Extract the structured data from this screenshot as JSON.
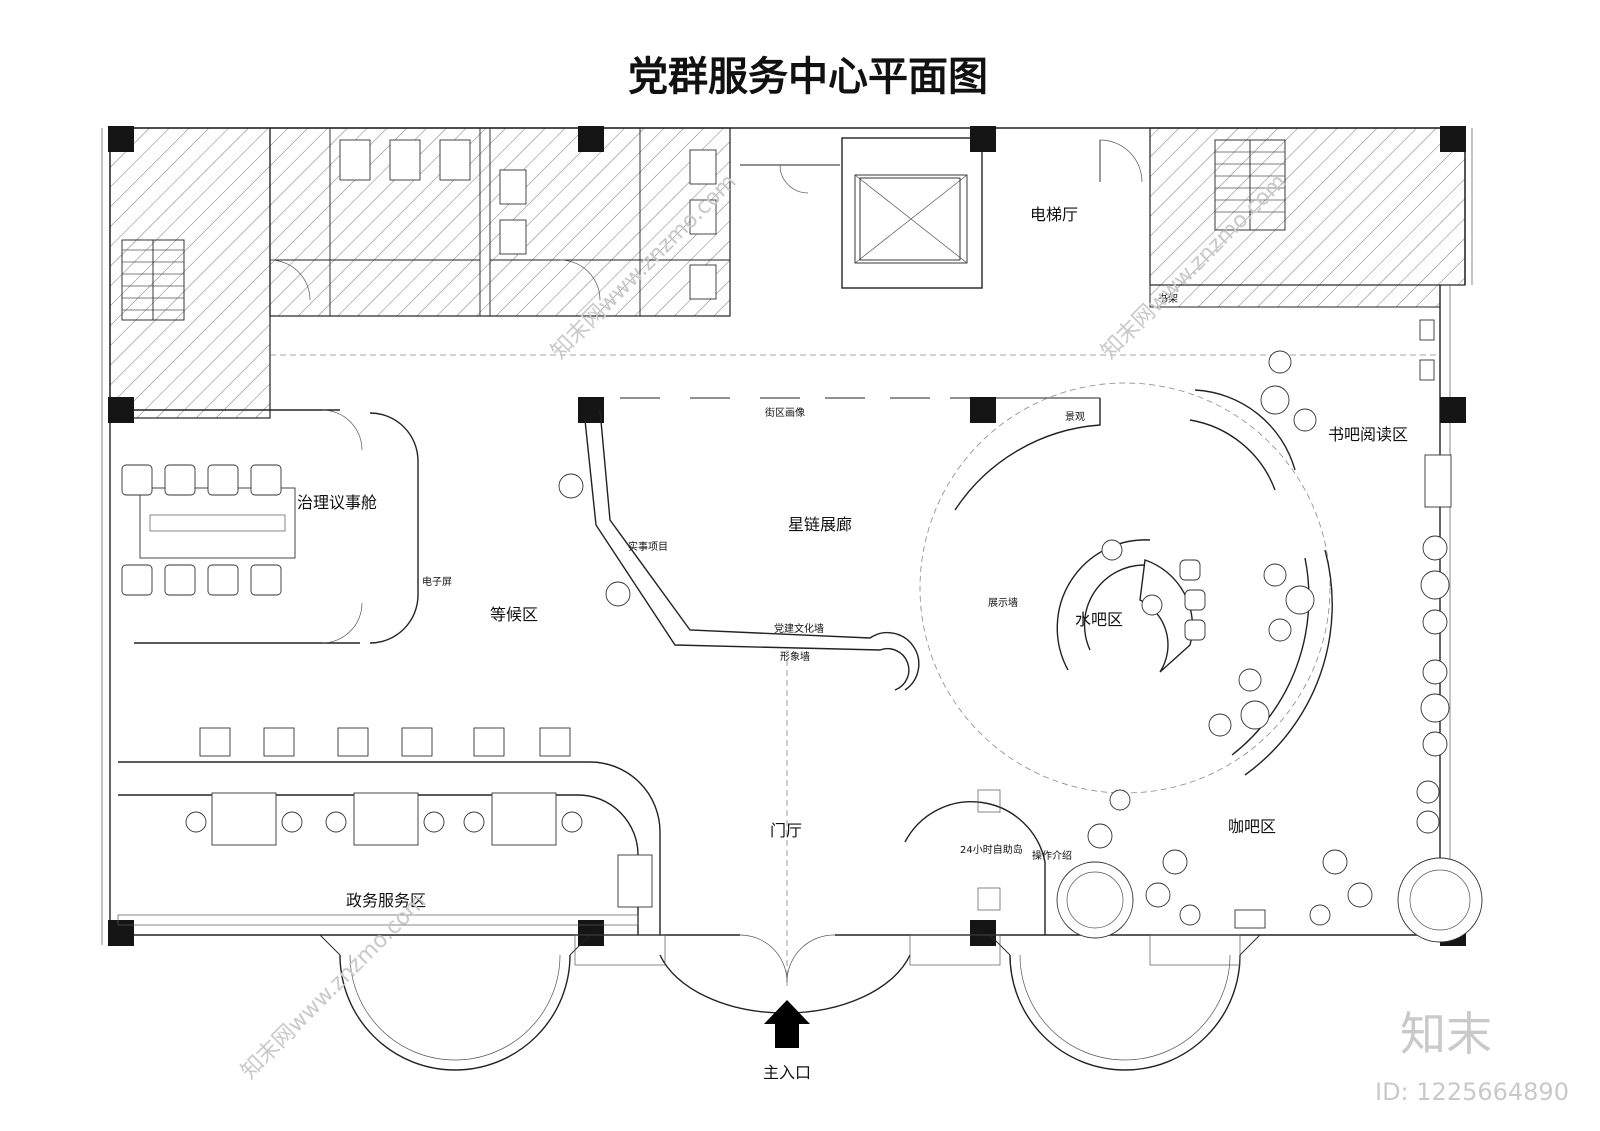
{
  "title": "党群服务中心平面图",
  "rooms": {
    "elevator_hall": "电梯厅",
    "bookshelf": "书架",
    "reading_area": "书吧阅读区",
    "street_portrait": "街区画像",
    "landscape": "景观",
    "meeting_cabin": "治理议事舱",
    "gallery": "星链展廊",
    "practical_projects": "实事项目",
    "screen": "电子屏",
    "waiting_area": "等候区",
    "display_wall": "展示墙",
    "water_bar": "水吧区",
    "party_wall": "党建文化墙",
    "image_wall": "形象墙",
    "lobby": "门厅",
    "self_service": "24小时自助岛",
    "operation_intro": "操作介绍",
    "cafe": "咖吧区",
    "gov_service": "政务服务区",
    "main_entrance": "主入口"
  },
  "watermark": {
    "brand": "知末",
    "site": "知末网www.znzmo.com",
    "id_label": "ID: 1225664890"
  }
}
